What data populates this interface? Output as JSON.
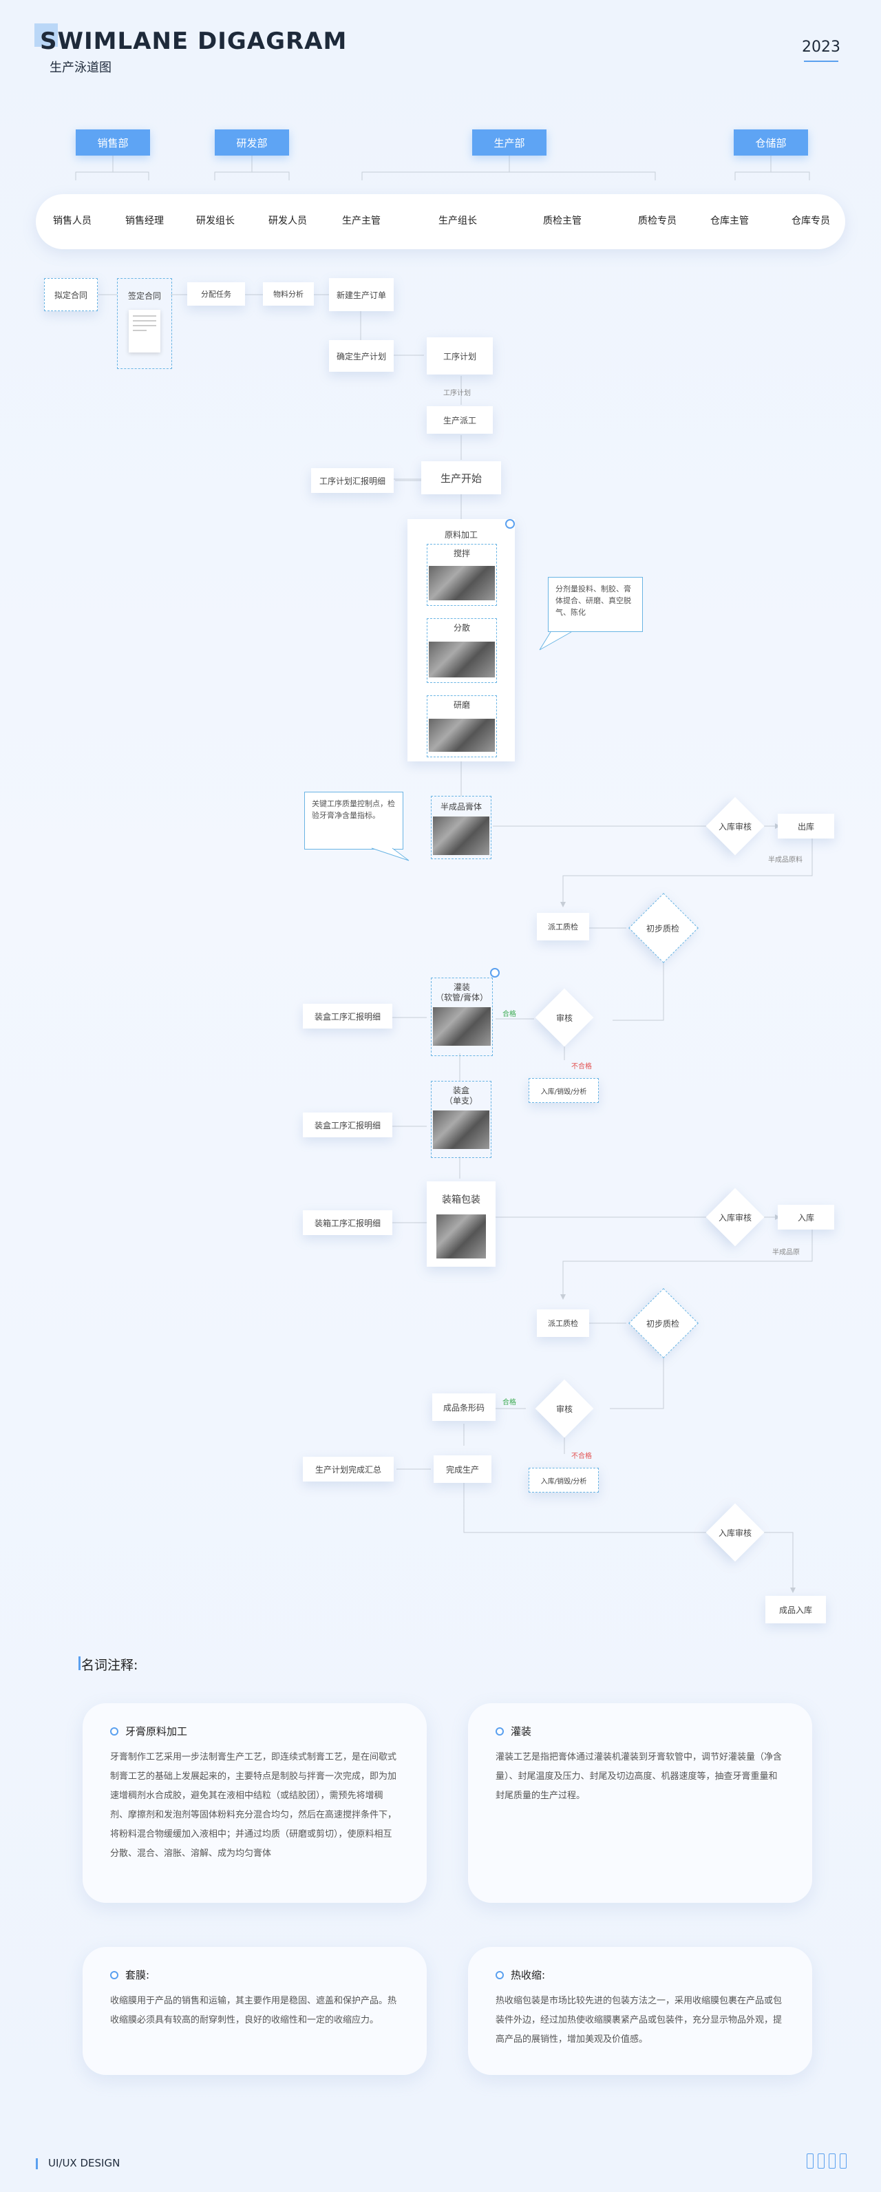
{
  "header": {
    "title": "SWIMLANE DIGAGRAM",
    "subtitle": "生产泳道图",
    "year": "2023"
  },
  "departments": [
    "销售部",
    "研发部",
    "生产部",
    "仓储部"
  ],
  "roles": [
    "销售人员",
    "销售经理",
    "研发组长",
    "研发人员",
    "生产主管",
    "生产组长",
    "质检主管",
    "质检专员",
    "仓库主管",
    "仓库专员"
  ],
  "flow": {
    "draft_contract": "拟定合同",
    "sign_contract": "签定合同",
    "assign_task": "分配任务",
    "material_analysis": "物料分析",
    "new_order": "新建生产订单",
    "confirm_plan": "确定生产计划",
    "process_plan": "工序计划",
    "plan_tag": "工序计划",
    "dispatch": "生产派工",
    "process_report": "工序计划汇报明细",
    "start": "生产开始",
    "raw_processing": "原料加工",
    "stir": "搅拌",
    "disperse": "分散",
    "grind": "研磨",
    "note1": "分剂量投料、制胶、膏体提合、研磨、真空脱气、陈化",
    "note2": "关键工序质量控制点，检验牙膏净含量指标。",
    "semi_paste": "半成品膏体",
    "stock_in_review1": "入库审核",
    "stock_out": "出库",
    "semi_tag": "半成品原料",
    "dispatch_qc1": "派工质检",
    "prelim_qc1": "初步质检",
    "filling": "灌装\n（软管/膏体）",
    "filling_report": "装盒工序汇报明细",
    "review1": "审核",
    "pass1": "合格",
    "fail1": "不合格",
    "rework1": "入库/销毁/分析",
    "boxing": "装盒\n（单支）",
    "boxing_report": "装盒工序汇报明细",
    "packing": "装箱包装",
    "packing_report": "装箱工序汇报明细",
    "stock_in_review2": "入库审核",
    "stock_in": "入库",
    "semi_tag2": "半成品原",
    "dispatch_qc2": "派工质检",
    "prelim_qc2": "初步质检",
    "barcode": "成品条形码",
    "pass2": "合格",
    "review2": "审核",
    "fail2": "不合格",
    "rework2": "入库/销毁/分析",
    "plan_done_report": "生产计划完成汇总",
    "finish": "完成生产",
    "stock_in_review3": "入库审核",
    "final_stock": "成品入库"
  },
  "glossary": {
    "title": "名词注释:",
    "items": [
      {
        "title": "牙膏原料加工",
        "text": "牙膏制作工艺采用一步法制膏生产工艺，即连续式制膏工艺，是在间歇式制膏工艺的基础上发展起来的，主要特点是制胶与拌膏一次完成，即为加速增稠剂水合成胶，避免其在液相中结粒（或结胶团），需预先将增稠剂、摩擦剂和发泡剂等固体粉料充分混合均匀，然后在高速搅拌条件下，将粉料混合物缓缓加入液相中；并通过均质（研磨或剪切），使原料相互分散、混合、溶胀、溶解、成为均匀膏体"
      },
      {
        "title": "灌装",
        "text": "灌装工艺是指把膏体通过灌装机灌装到牙膏软管中，调节好灌装量（净含量）、封尾温度及压力、封尾及切边高度、机器速度等，抽查牙膏重量和封尾质量的生产过程。"
      },
      {
        "title": "套膜:",
        "text": "收缩膜用于产品的销售和运输，其主要作用是稳固、遮盖和保护产品。热收缩膜必须具有较高的耐穿刺性，良好的收缩性和一定的收缩应力。"
      },
      {
        "title": "热收缩:",
        "text": "热收缩包装是市场比较先进的包装方法之一，采用收缩膜包裹在产品或包装件外边，经过加热使收缩膜裹紧产品或包装件，充分显示物品外观，提高产品的展销性，增加美观及价值感。"
      }
    ]
  },
  "footer": {
    "label": "UI/UX DESIGN"
  },
  "colors": {
    "accent": "#5ea4f4",
    "dashed": "#69b4e4",
    "pass": "#3cab52",
    "fail": "#e25252"
  }
}
